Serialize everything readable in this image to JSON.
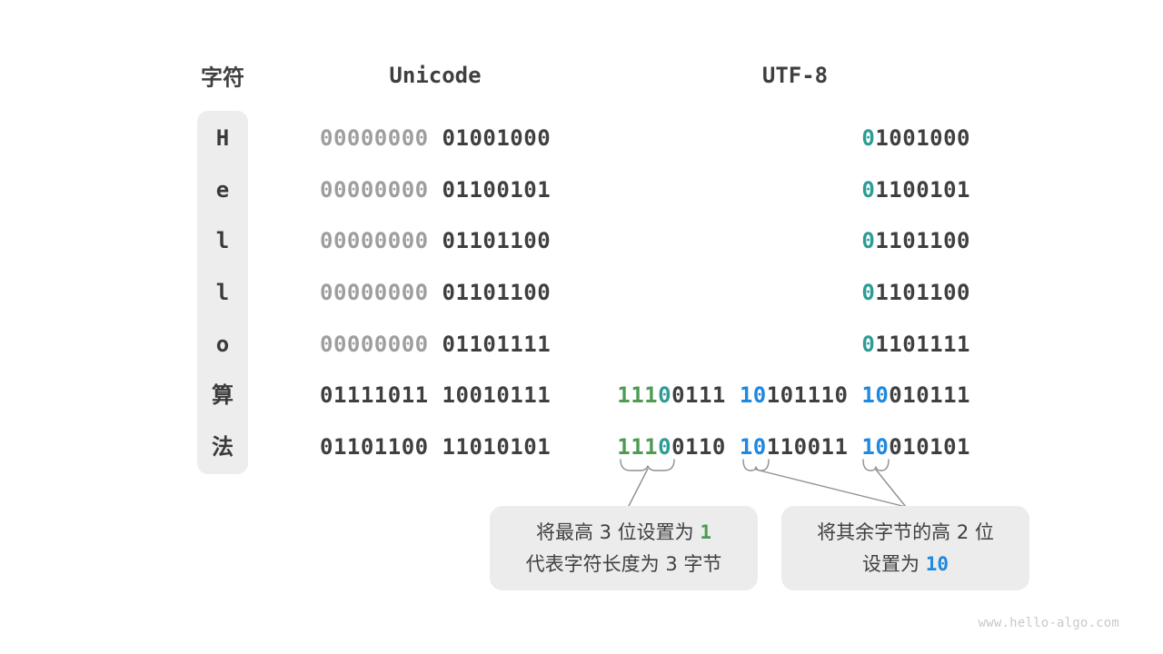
{
  "header": {
    "char_label": "字符",
    "unicode_label": "Unicode",
    "utf8_label": "UTF-8"
  },
  "colors": {
    "dark": "#3f3f3f",
    "gray": "#9e9e9e",
    "green": "#4e9b52",
    "teal": "#2e9c96",
    "blue": "#1f88e0",
    "box_bg": "#ececec",
    "connector_line": "#8f8f8f",
    "watermark": "#c9c9c9"
  },
  "rows": [
    {
      "char": "H",
      "unicode": [
        {
          "t": "00000000",
          "c": "gray"
        },
        {
          "t": " 01001000",
          "c": "dark"
        }
      ],
      "utf8": [
        {
          "t": "0",
          "c": "teal"
        },
        {
          "t": "1001000",
          "c": "dark"
        }
      ]
    },
    {
      "char": "e",
      "unicode": [
        {
          "t": "00000000",
          "c": "gray"
        },
        {
          "t": " 01100101",
          "c": "dark"
        }
      ],
      "utf8": [
        {
          "t": "0",
          "c": "teal"
        },
        {
          "t": "1100101",
          "c": "dark"
        }
      ]
    },
    {
      "char": "l",
      "unicode": [
        {
          "t": "00000000",
          "c": "gray"
        },
        {
          "t": " 01101100",
          "c": "dark"
        }
      ],
      "utf8": [
        {
          "t": "0",
          "c": "teal"
        },
        {
          "t": "1101100",
          "c": "dark"
        }
      ]
    },
    {
      "char": "l",
      "unicode": [
        {
          "t": "00000000",
          "c": "gray"
        },
        {
          "t": " 01101100",
          "c": "dark"
        }
      ],
      "utf8": [
        {
          "t": "0",
          "c": "teal"
        },
        {
          "t": "1101100",
          "c": "dark"
        }
      ]
    },
    {
      "char": "o",
      "unicode": [
        {
          "t": "00000000",
          "c": "gray"
        },
        {
          "t": " 01101111",
          "c": "dark"
        }
      ],
      "utf8": [
        {
          "t": "0",
          "c": "teal"
        },
        {
          "t": "1101111",
          "c": "dark"
        }
      ]
    },
    {
      "char": "算",
      "unicode": [
        {
          "t": "01111011 10010111",
          "c": "dark"
        }
      ],
      "utf8": [
        {
          "t": "111",
          "c": "green"
        },
        {
          "t": "0",
          "c": "teal"
        },
        {
          "t": "0111 ",
          "c": "dark"
        },
        {
          "t": "10",
          "c": "blue"
        },
        {
          "t": "101110 ",
          "c": "dark"
        },
        {
          "t": "10",
          "c": "blue"
        },
        {
          "t": "010111",
          "c": "dark"
        }
      ]
    },
    {
      "char": "法",
      "unicode": [
        {
          "t": "01101100 11010101",
          "c": "dark"
        }
      ],
      "utf8": [
        {
          "t": "111",
          "c": "green"
        },
        {
          "t": "0",
          "c": "teal"
        },
        {
          "t": "0110 ",
          "c": "dark"
        },
        {
          "t": "10",
          "c": "blue"
        },
        {
          "t": "110011 ",
          "c": "dark"
        },
        {
          "t": "10",
          "c": "blue"
        },
        {
          "t": "010101",
          "c": "dark"
        }
      ]
    }
  ],
  "annotations": [
    {
      "lines": [
        [
          {
            "t": "将最高 3 位设置为 ",
            "c": "dark"
          },
          {
            "t": "1",
            "c": "green"
          }
        ],
        [
          {
            "t": "代表字符长度为 3 字节",
            "c": "dark"
          }
        ]
      ]
    },
    {
      "lines": [
        [
          {
            "t": "将其余字节的高 2 位",
            "c": "dark"
          }
        ],
        [
          {
            "t": "设置为 ",
            "c": "dark"
          },
          {
            "t": "10",
            "c": "blue"
          }
        ]
      ]
    }
  ],
  "watermark": "www.hello-algo.com"
}
